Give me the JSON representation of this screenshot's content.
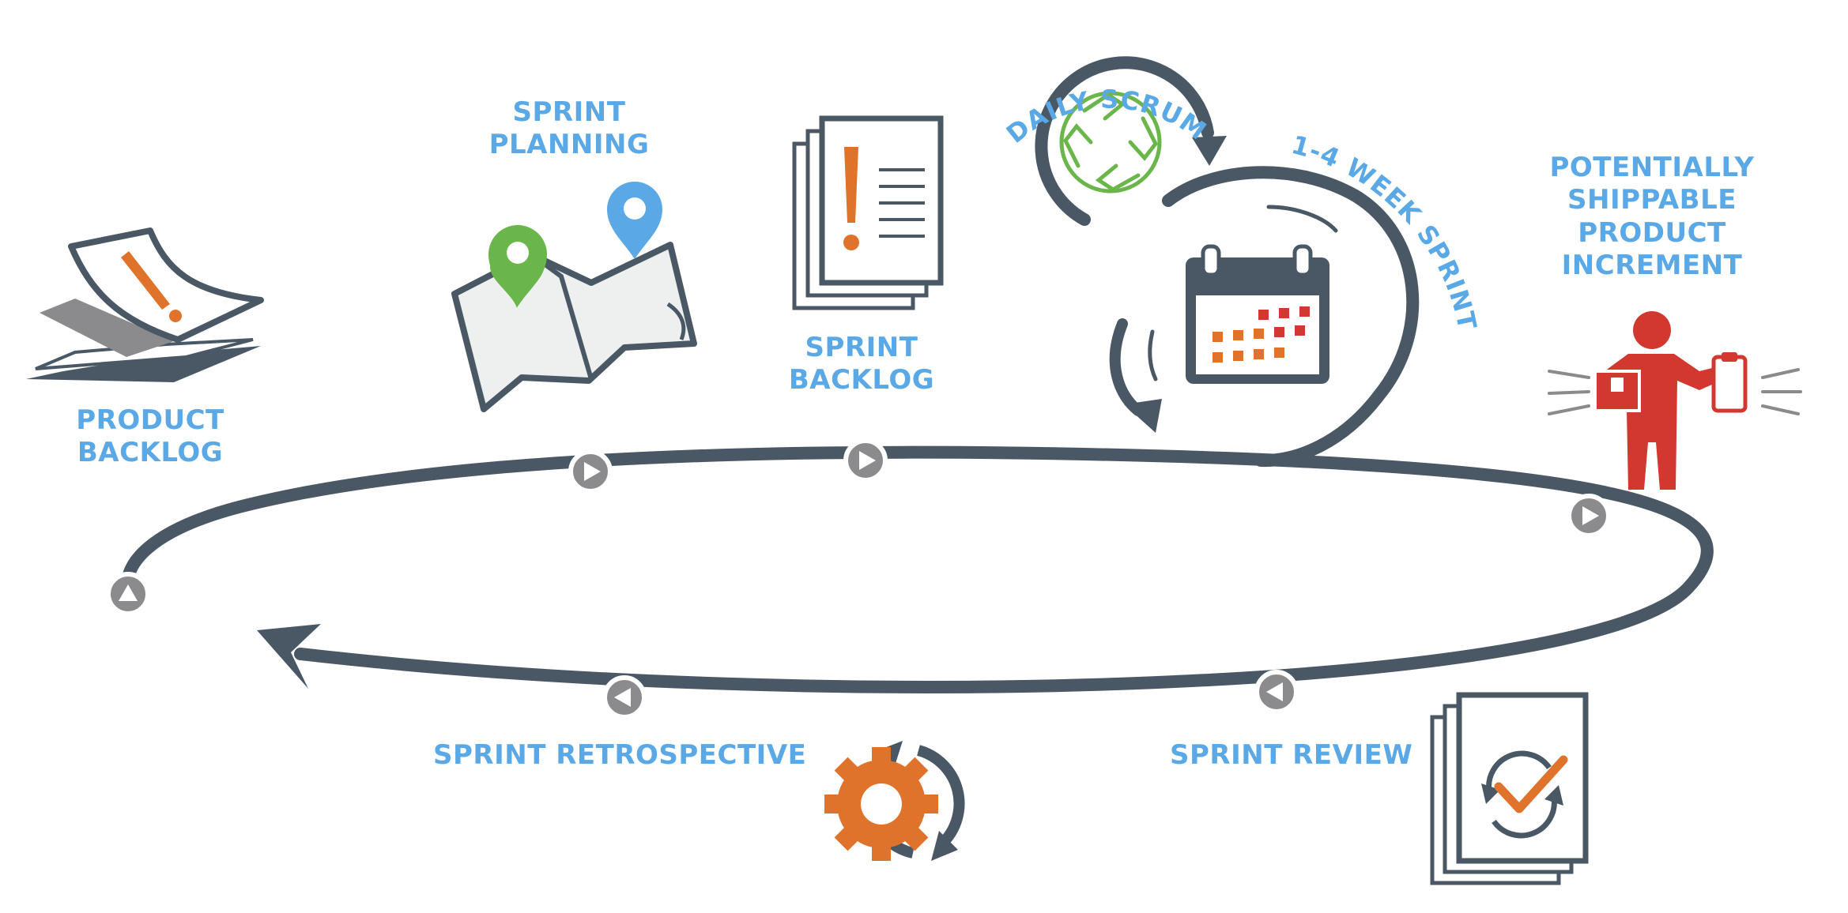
{
  "colors": {
    "label_blue": "#5aa9e6",
    "loop_slate": "#4a5866",
    "accent_orange": "#e0732b",
    "accent_red": "#d2382f",
    "accent_green": "#6bb64a",
    "node_gray": "#8b8b8e"
  },
  "labels": {
    "product_backlog": [
      "PRODUCT",
      "BACKLOG"
    ],
    "sprint_planning": [
      "SPRINT",
      "PLANNING"
    ],
    "sprint_backlog": [
      "SPRINT",
      "BACKLOG"
    ],
    "daily_scrum": "DAILY SCRUM",
    "week_sprint": "1-4 WEEK SPRINT",
    "potentially_shippable": [
      "POTENTIALLY",
      "SHIPPABLE",
      "PRODUCT",
      "INCREMENT"
    ],
    "sprint_review": "SPRINT REVIEW",
    "sprint_retrospective": "SPRINT RETROSPECTIVE"
  },
  "icons": [
    "product-backlog-pages-icon",
    "map-with-pins-icon",
    "document-stack-exclamation-icon",
    "hands-circle-icon",
    "calendar-icon",
    "person-with-box-and-clipboard-icon",
    "document-stack-checkmark-icon",
    "gear-cycle-icon"
  ],
  "loop_nodes": [
    {
      "name": "start-node",
      "direction": "up"
    },
    {
      "name": "planning-node",
      "direction": "right"
    },
    {
      "name": "backlog-node",
      "direction": "right"
    },
    {
      "name": "increment-node",
      "direction": "right"
    },
    {
      "name": "review-node",
      "direction": "left"
    },
    {
      "name": "retrospective-node",
      "direction": "left"
    }
  ]
}
